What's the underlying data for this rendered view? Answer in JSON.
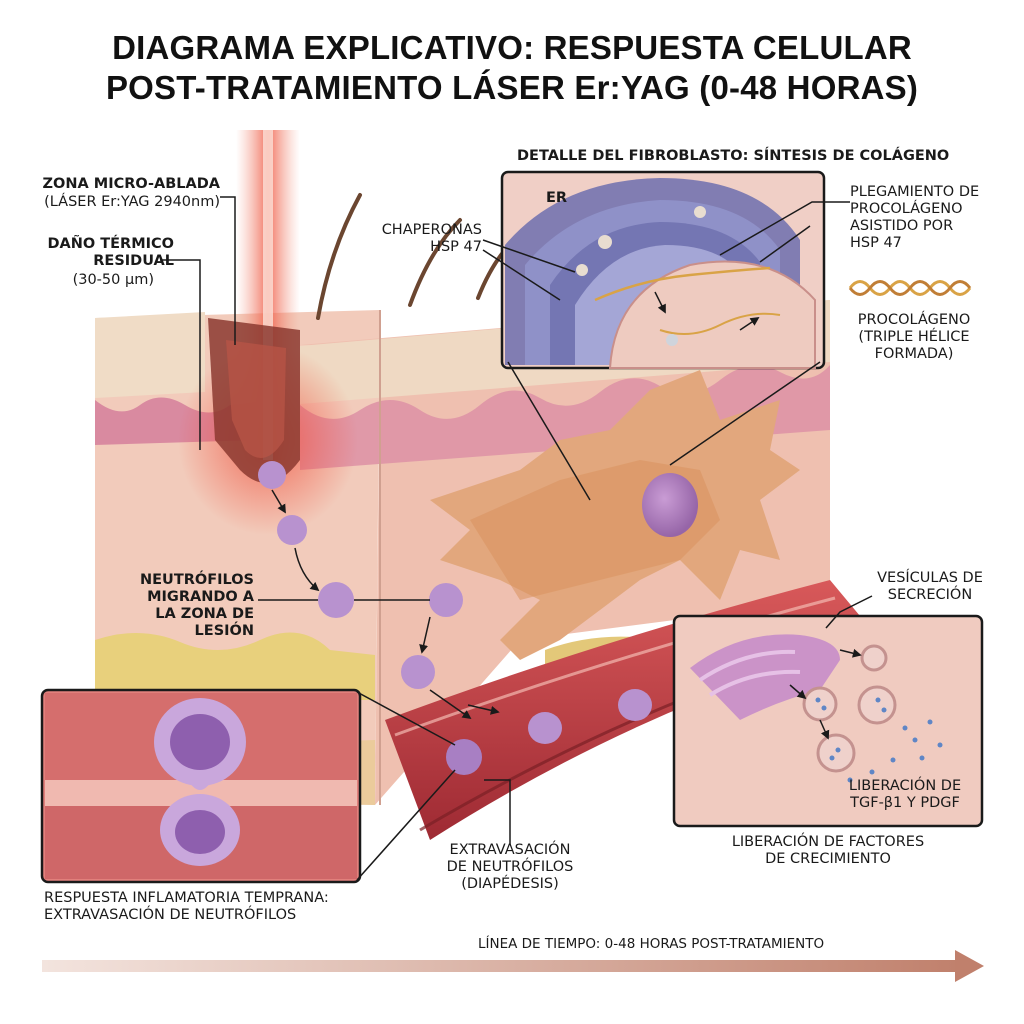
{
  "title": {
    "line1": "DIAGRAMA EXPLICATIVO: RESPUESTA CELULAR",
    "line2": "POST-TRATAMIENTO LÁSER Er:YAG (0-48 HORAS)"
  },
  "labels": {
    "microzone_line1": "ZONA MICRO-ABLADA",
    "microzone_line2": "(LÁSER Er:YAG 2940nm)",
    "thermal_line1": "DAÑO TÉRMICO",
    "thermal_line2": "RESIDUAL",
    "thermal_line3": "(30-50 µm)",
    "neutro_line1": "NEUTRÓFILOS",
    "neutro_line2": "MIGRANDO A",
    "neutro_line3": "LA ZONA DE",
    "neutro_line4": "LESIÓN",
    "fibro_header": "DETALLE DEL FIBROBLASTO: SÍNTESIS DE COLÁGENO",
    "er": "ER",
    "chap_line1": "CHAPERONAS",
    "chap_line2": "HSP 47",
    "fold_line1": "PLEGAMIENTO DE",
    "fold_line2": "PROCOLÁGENO",
    "fold_line3": "ASISTIDO POR",
    "fold_line4": "HSP 47",
    "proc_line1": "PROCOLÁGENO",
    "proc_line2": "(TRIPLE HÉLICE",
    "proc_line3": "FORMADA)",
    "ves_line1": "VESÍCULAS DE",
    "ves_line2": "SECRECIÓN",
    "tgf_line1": "LIBERACIÓN DE",
    "tgf_line2": "TGF-β1 Y PDGF",
    "growth_line1": "LIBERACIÓN DE FACTORES",
    "growth_line2": "DE CRECIMIENTO",
    "extra_line1": "EXTRAVASACIÓN",
    "extra_line2": "DE NEUTRÓFILOS",
    "extra_line3": "(DIAPÉDESIS)",
    "infl_line1": "RESPUESTA INFLAMATORIA TEMPRANA:",
    "infl_line2": "EXTRAVASACIÓN DE NEUTRÓFILOS",
    "timeline": "LÍNEA DE TIEMPO: 0-48 HORAS POST-TRATAMIENTO"
  },
  "colors": {
    "skin": "#f0c7b7",
    "epidermis": "#d98aa0",
    "vessel": "#b8383f",
    "er_membrane": "#6d6fae",
    "neutrophil": "#b892cf",
    "fibroblast": "#e0a57c",
    "fat": "#e6cf7b",
    "laser": "#e8473a",
    "timeline": "#c28878"
  }
}
